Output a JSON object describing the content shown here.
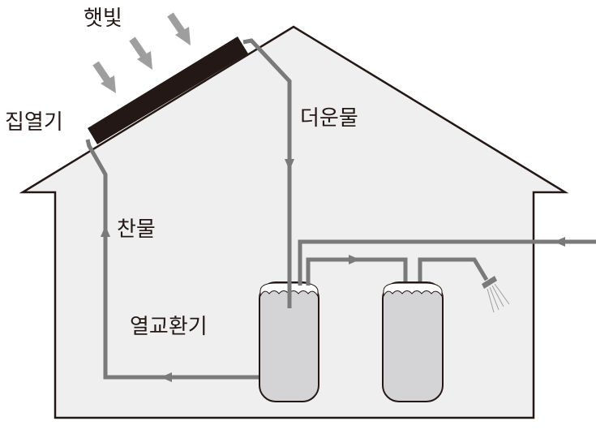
{
  "labels": {
    "sunlight": "햇빛",
    "collector": "집열기",
    "hot_water": "더운물",
    "cold_water": "찬물",
    "heat_exchanger": "열교환기"
  },
  "colors": {
    "house_fill": "#efefef",
    "outline": "#231815",
    "pipe": "#7a7a7a",
    "tank_fill": "#d4d4d6",
    "sun_arrow": "#9e9e9e",
    "collector": "#231815"
  }
}
